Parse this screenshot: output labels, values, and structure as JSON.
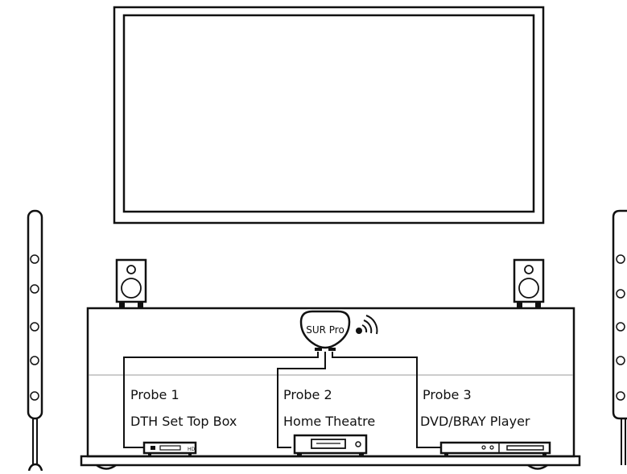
{
  "hub": {
    "label": "SUR Pro"
  },
  "probes": [
    {
      "probe_label": "Probe 1",
      "device_label": "DTH Set Top Box",
      "device_badge": "HD"
    },
    {
      "probe_label": "Probe 2",
      "device_label": "Home Theatre"
    },
    {
      "probe_label": "Probe 3",
      "device_label": "DVD/BRAY Player"
    }
  ]
}
